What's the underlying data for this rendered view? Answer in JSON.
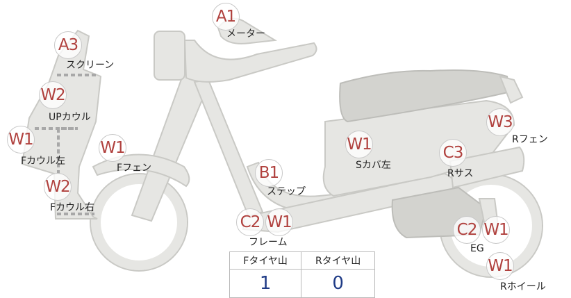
{
  "markers": {
    "a1": "A1",
    "a3": "A3",
    "w2_top": "W2",
    "w1_left": "W1",
    "w2_bottom": "W2",
    "w1_fender": "W1",
    "b1": "B1",
    "c2_frame": "C2",
    "w1_frame": "W1",
    "w1_cover": "W1",
    "c3": "C3",
    "w3": "W3",
    "c2_eg": "C2",
    "w1_eg": "W1",
    "w1_wheel": "W1"
  },
  "labels": {
    "meter": "メーター",
    "screen": "スクリーン",
    "up_cowl": "UPカウル",
    "f_cowl_left": "Fカウル左",
    "f_cowl_right": "Fカウル右",
    "f_fender": "Fフェン",
    "step": "ステップ",
    "frame": "フレーム",
    "s_cover_left": "Sカバ左",
    "r_fender": "Rフェン",
    "r_suspension": "Rサス",
    "eg": "EG",
    "r_wheel": "Rホイール"
  },
  "tire_table": {
    "headers": [
      "Fタイヤ山",
      "Rタイヤ山"
    ],
    "values": [
      "1",
      "0"
    ]
  },
  "colors": {
    "marker_text": "#b0413e",
    "value_text": "#1f3b86",
    "part_fill": "#e6e6e3"
  }
}
